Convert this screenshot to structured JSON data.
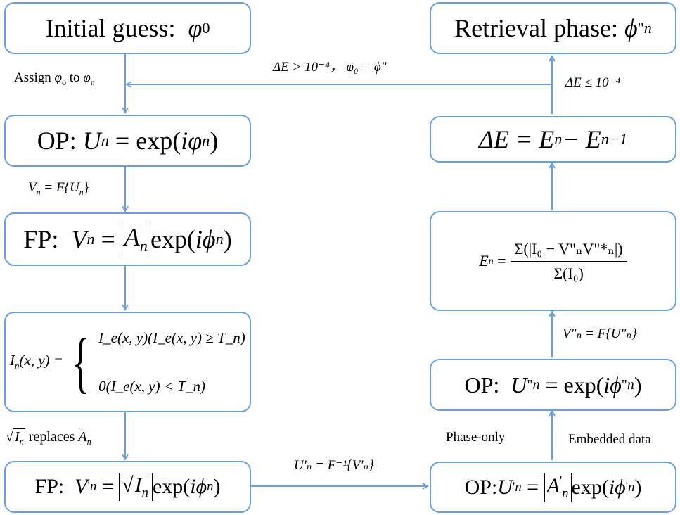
{
  "nodes": {
    "initial_guess": {
      "label": "Initial guess:",
      "symbol": "φ",
      "sub": "0"
    },
    "retrieval_phase": {
      "label": "Retrieval phase:",
      "symbol": "ϕ",
      "sub": "n",
      "sup": "\""
    },
    "op_un": {
      "prefix": "OP:",
      "lhs": "U",
      "lhs_sub": "n",
      "rhs": "= exp(",
      "arg": "iφ",
      "arg_sub": "n",
      "close": ")"
    },
    "fp_vn": {
      "prefix": "FP:",
      "lhs": "V",
      "lhs_sub": "n",
      "eq": "=",
      "abs_var": "A",
      "abs_sub": "n",
      "rhs": "exp(",
      "arg": "iϕ",
      "arg_sub": "n",
      "close": ")"
    },
    "threshold": {
      "lhs": "I",
      "lhs_sub": "n",
      "lhs_args": "(x, y) =",
      "case1": "I_e(x, y)(I_e(x, y) ≥ T_n)",
      "case2": "0(I_e(x, y) < T_n)"
    },
    "fp_vn_prime": {
      "prefix": "FP:",
      "lhs": "V",
      "lhs_mark": "'",
      "lhs_sub": "n",
      "eq": "=",
      "sqrt_var": "I",
      "sqrt_sub": "n",
      "rhs": "exp(",
      "arg": "iϕ",
      "arg_sub": "n",
      "close": ")"
    },
    "op_un_prime": {
      "prefix": "OP:",
      "lhs": "U",
      "lhs_mark": "'",
      "lhs_sub": "n",
      "eq": "=",
      "abs_var": "A",
      "abs_mark": "'",
      "abs_sub": "n",
      "rhs": "exp(",
      "arg": "iϕ",
      "arg_mark": "'",
      "arg_sub": "n",
      "close": ")"
    },
    "op_un_dprime": {
      "prefix": "OP:",
      "lhs": "U",
      "lhs_mark": "\"",
      "lhs_sub": "n",
      "eq": "= exp(",
      "arg": "iϕ",
      "arg_mark": "\"",
      "arg_sub": "n",
      "close": ")"
    },
    "error_en": {
      "lhs": "E",
      "lhs_sub": "n",
      "eq": "=",
      "numerator": "Σ(|I₀ − V\"ₙV\"*ₙ|)",
      "denominator": "Σ(I₀)"
    },
    "delta_e": {
      "lhs": "ΔE = E",
      "lhs_sub": "n",
      "mid": " − E",
      "mid_sub": "n−1"
    }
  },
  "edge_labels": {
    "assign": {
      "text1": "Assign",
      "v1": "φ",
      "s1": "0",
      "text2": "to",
      "v2": "φ",
      "s2": "n"
    },
    "fft_forward": {
      "lhs": "V",
      "lhs_sub": "n",
      "rhs": "= F{U",
      "rhs_sub": "n",
      "close": "}"
    },
    "replace": {
      "root": "I",
      "root_sub": "n",
      "text": "replaces",
      "var": "A",
      "var_sub": "n"
    },
    "fft_inverse": {
      "text": "U'ₙ = F⁻¹{V'ₙ}"
    },
    "fft_forward_2": {
      "text": "V\"ₙ = F{U\"ₙ}"
    },
    "phase_only": "Phase-only",
    "embedded_data": "Embedded data",
    "loop_condition": {
      "text": "ΔE > 10⁻⁴， φ₀ = ϕ\""
    },
    "stop_condition": {
      "text": "ΔE ≤ 10⁻⁴"
    }
  },
  "colors": {
    "line": "#6b9fd8",
    "box_border": "#6b9fd8",
    "text": "#000000"
  }
}
